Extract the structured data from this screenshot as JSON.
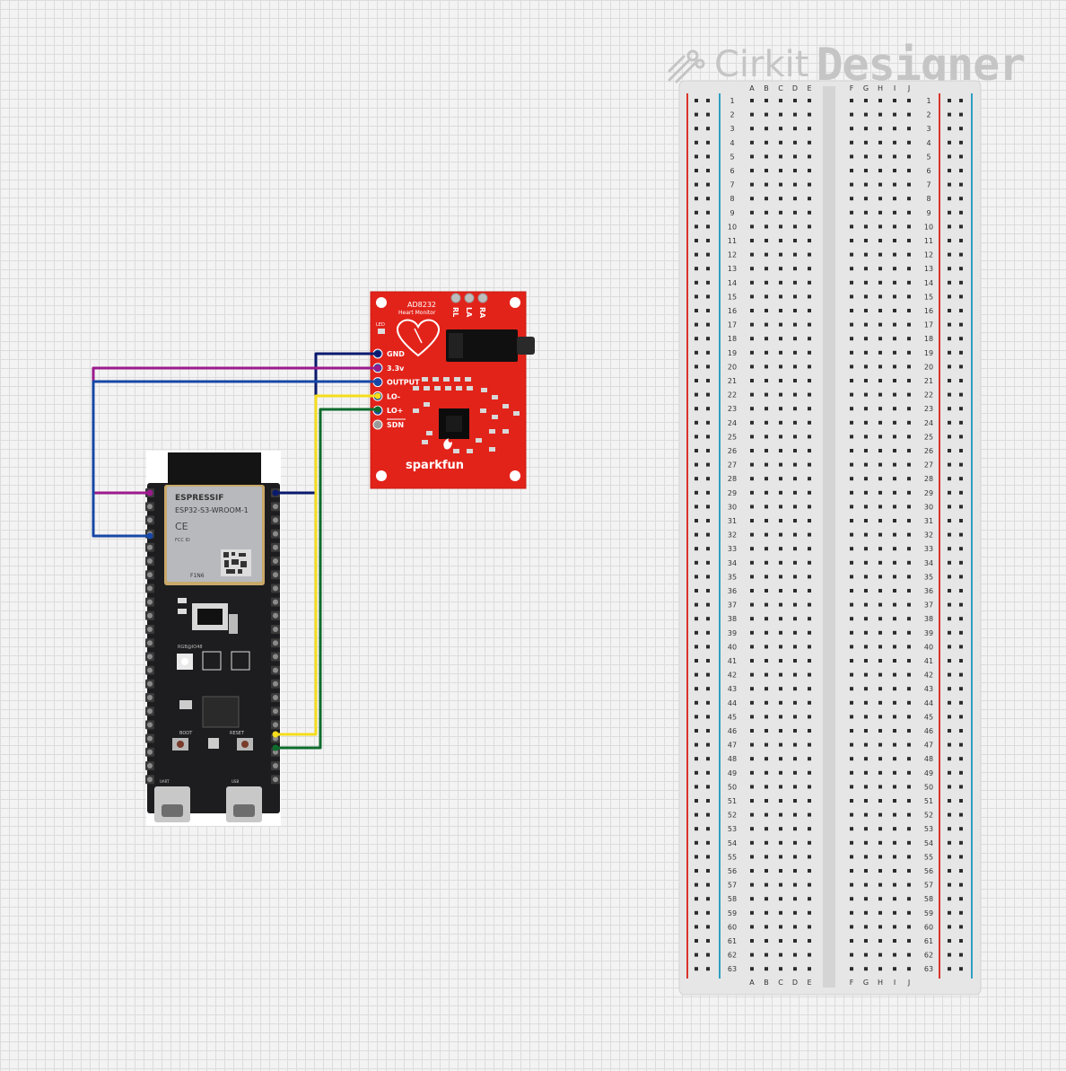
{
  "branding": {
    "logo_word1": "Cirkit",
    "logo_word2": "Designer"
  },
  "esp32": {
    "brand": "ESPRESSIF",
    "model": "ESP32-S3-WROOM-1",
    "ce": "CE",
    "fcc": "FCC ID",
    "lot": "F1N6",
    "rgb": "RGB@IO48",
    "boot": "BOOT",
    "reset": "RESET",
    "uart": "UART",
    "usb": "USB"
  },
  "ad8232": {
    "title": "AD8232",
    "subtitle": "Heart Monitor",
    "led_label": "LED",
    "pins": [
      "GND",
      "3.3v",
      "OUTPUT",
      "LO-",
      "LO+",
      "SDN"
    ],
    "electrodes": [
      "RL",
      "LA",
      "RA"
    ],
    "brand": "sparkfun"
  },
  "breadboard": {
    "cols_left": [
      "A",
      "B",
      "C",
      "D",
      "E"
    ],
    "cols_right": [
      "F",
      "G",
      "H",
      "I",
      "J"
    ],
    "rows": 63
  },
  "colors": {
    "gnd_wire": "#0a1a6e",
    "power_wire": "#9b1b8c",
    "output_wire": "#1747a6",
    "lo_minus_wire": "#f5dd1b",
    "lo_plus_wire": "#0e6b2c",
    "sparkfun_red": "#e2231a",
    "esp_board": "#1d1d1f",
    "rail_red": "#d9342b",
    "rail_blue": "#2fa0c2"
  }
}
